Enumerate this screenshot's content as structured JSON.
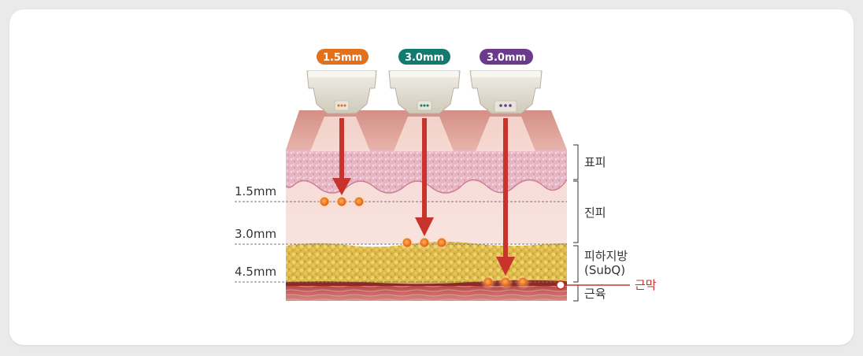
{
  "probes": [
    {
      "label": "1.5mm",
      "color": "#e2711d"
    },
    {
      "label": "3.0mm",
      "color": "#127a6e"
    },
    {
      "label": "3.0mm",
      "color": "#6b3a8c"
    }
  ],
  "depth_labels": [
    "1.5mm",
    "3.0mm",
    "4.5mm"
  ],
  "layers": {
    "epidermis": "표피",
    "dermis": "진피",
    "subq_line1": "피하지방",
    "subq_line2": "(SubQ)",
    "muscle": "근육",
    "fascia": "근막"
  },
  "colors": {
    "arrow": "#c8332b",
    "fascia_label": "#c8332b"
  }
}
